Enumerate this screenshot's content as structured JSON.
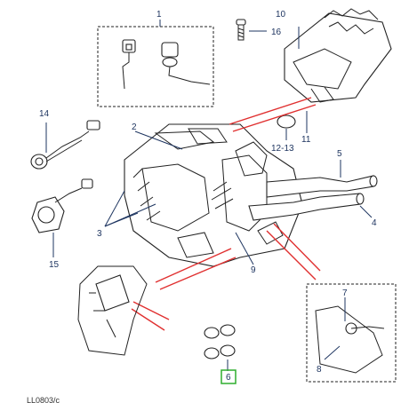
{
  "callouts": {
    "c1": "1",
    "c2": "2",
    "c3": "3",
    "c4": "4",
    "c5": "5",
    "c6": "6",
    "c7": "7",
    "c8": "8",
    "c9": "9",
    "c10": "10",
    "c11": "11",
    "c12_13": "12-13",
    "c14": "14",
    "c15": "15",
    "c16": "16"
  },
  "highlight_color": "#2fae2f",
  "callout_color": "#1e3560",
  "leader_color": "#e03030",
  "reference": "LL0803/c"
}
